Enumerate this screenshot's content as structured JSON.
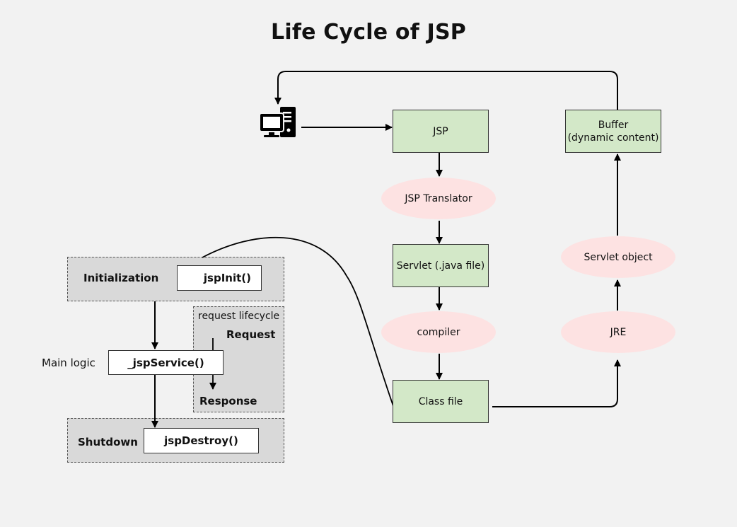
{
  "title": "Life Cycle of JSP",
  "client": {
    "icon": "computer-icon"
  },
  "flow_left": {
    "jsp": "JSP",
    "translator": "JSP Translator",
    "servlet": "Servlet (.java file)",
    "compiler": "compiler",
    "class_file": "Class file"
  },
  "flow_right": {
    "jre": "JRE",
    "servlet_object": "Servlet object",
    "buffer_line1": "Buffer",
    "buffer_line2": "(dynamic content)"
  },
  "lifecycle": {
    "initialization_label": "Initialization",
    "init_method": "jspInit()",
    "main_logic_label": "Main logic",
    "service_method": "_jspService()",
    "request_lifecycle_label": "request lifecycle",
    "request_label": "Request",
    "response_label": "Response",
    "shutdown_label": "Shutdown",
    "destroy_method": "jspDestroy()"
  },
  "colors": {
    "process_box": "#d3e8c8",
    "translator_ellipse": "#fde2e2",
    "group_fill": "#d9d9d9",
    "background": "#f2f2f2"
  }
}
